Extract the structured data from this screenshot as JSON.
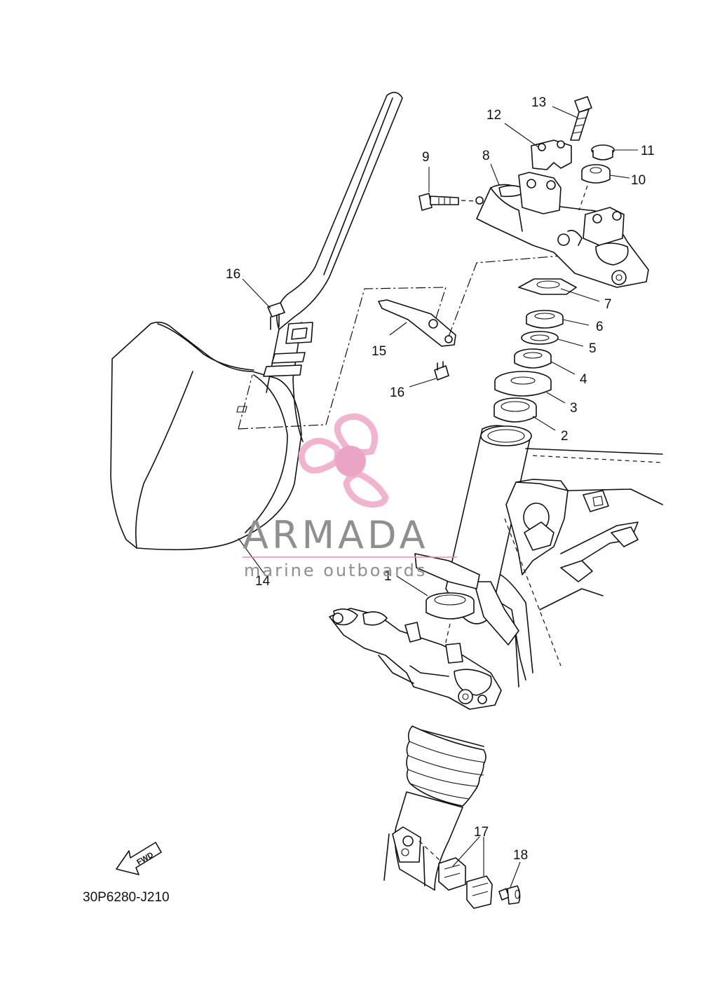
{
  "diagram": {
    "code": "30P6280-J210",
    "fwd_label": "FWD",
    "callouts": [
      {
        "id": "c1",
        "label": "1"
      },
      {
        "id": "c2",
        "label": "2"
      },
      {
        "id": "c3",
        "label": "3"
      },
      {
        "id": "c4",
        "label": "4"
      },
      {
        "id": "c5",
        "label": "5"
      },
      {
        "id": "c6",
        "label": "6"
      },
      {
        "id": "c7",
        "label": "7"
      },
      {
        "id": "c8",
        "label": "8"
      },
      {
        "id": "c9",
        "label": "9"
      },
      {
        "id": "c10",
        "label": "10"
      },
      {
        "id": "c11",
        "label": "11"
      },
      {
        "id": "c12",
        "label": "12"
      },
      {
        "id": "c13",
        "label": "13"
      },
      {
        "id": "c14",
        "label": "14"
      },
      {
        "id": "c15",
        "label": "15"
      },
      {
        "id": "c16a",
        "label": "16"
      },
      {
        "id": "c16b",
        "label": "16"
      },
      {
        "id": "c17",
        "label": "17"
      },
      {
        "id": "c18",
        "label": "18"
      }
    ]
  },
  "watermark": {
    "brand": "ARMADA",
    "tagline": "marine outboards",
    "colors": {
      "propeller": "#f0b4cf",
      "hub": "#e9a5c3",
      "brand_text": "#8f8f8f",
      "line": "#e58cb5"
    }
  }
}
